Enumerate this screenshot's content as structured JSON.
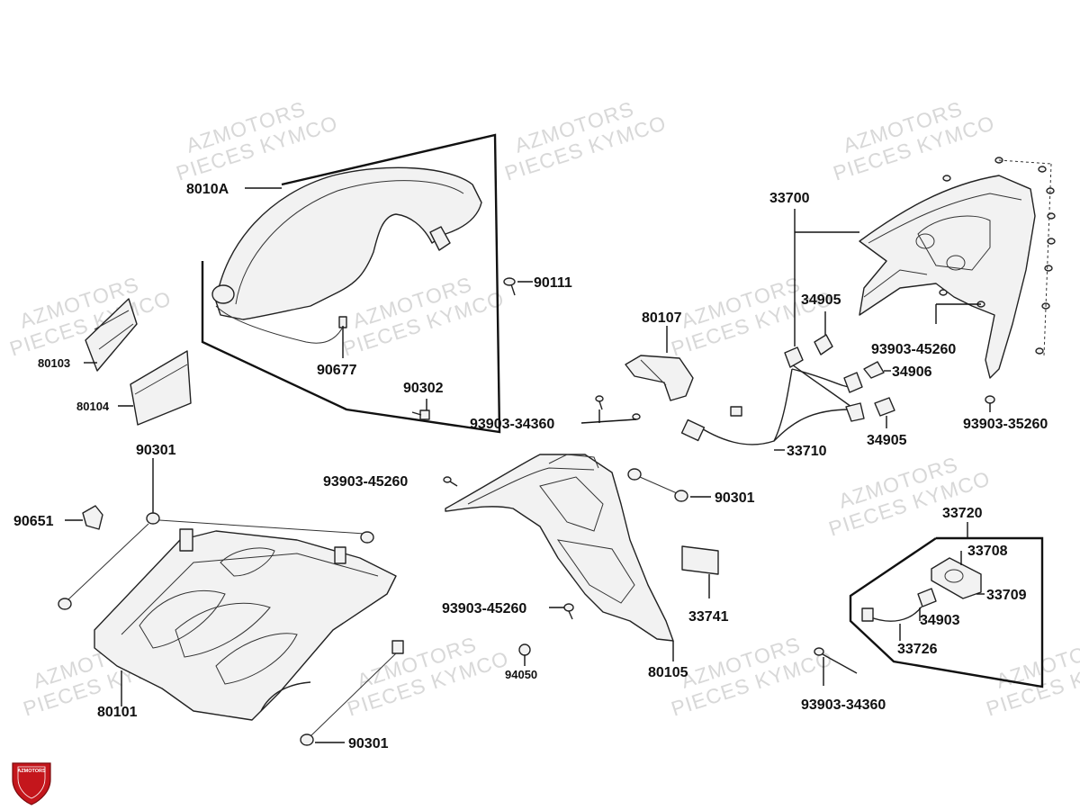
{
  "watermark": {
    "line1": "AZMOTORS",
    "line2": "PIECES KYMCO"
  },
  "labels": {
    "p8010A": "8010A",
    "p80103": "80103",
    "p80104": "80104",
    "p90677": "90677",
    "p90111": "90111",
    "p90302": "90302",
    "p90301a": "90301",
    "p90651": "90651",
    "p80101": "80101",
    "p90301b": "90301",
    "p80107": "80107",
    "p93903_34360a": "93903-34360",
    "p93903_45260a": "93903-45260",
    "p90301c": "90301",
    "p93903_45260b": "93903-45260",
    "p94050": "94050",
    "p80105": "80105",
    "p33741": "33741",
    "p33700": "33700",
    "p34905a": "34905",
    "p93903_45260c": "93903-45260",
    "p34906": "34906",
    "p34905b": "34905",
    "p33710": "33710",
    "p93903_35260": "93903-35260",
    "p33720": "33720",
    "p33708": "33708",
    "p33709": "33709",
    "p34903": "34903",
    "p33726": "33726",
    "p93903_34360b": "93903-34360"
  },
  "logo": {
    "text": "AZMOTORS",
    "color": "#c4161c"
  }
}
